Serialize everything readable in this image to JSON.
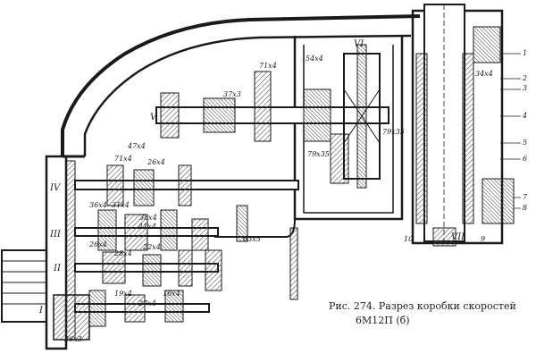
{
  "caption": {
    "line1": "Рис. 274. Разрез коробки скоростей",
    "line2": "6М12П (б)"
  },
  "shaft_labels": [
    "I",
    "II",
    "III",
    "IV",
    "V",
    "VI",
    "VII"
  ],
  "part_numbers": [
    "1",
    "2",
    "3",
    "4",
    "5",
    "6",
    "7",
    "8",
    "9",
    "10"
  ],
  "gear_labels": [
    "37х3",
    "71х4",
    "54х4",
    "34х4",
    "79х35",
    "79х35",
    "47х4",
    "71х4",
    "26х4",
    "36х4",
    "31х4",
    "38х4",
    "26х4",
    "28х4",
    "22х4",
    "19х4",
    "16х4",
    "27х4",
    "26х3",
    "63х5",
    "41х4"
  ],
  "colors": {
    "ink": "#1a1a1a",
    "paper": "#ffffff",
    "hatch": "#555555"
  }
}
